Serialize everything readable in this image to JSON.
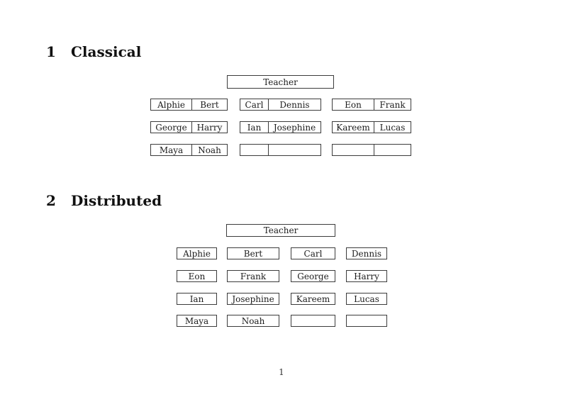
{
  "colors": {
    "ink": "#1c1c1c",
    "box_border": "#3c3c3c",
    "background": "#ffffff"
  },
  "page": {
    "number": "1"
  },
  "sections": [
    {
      "number": "1",
      "title": "Classical",
      "teacher_label": "Teacher",
      "desks": [
        [
          "Alphie",
          "Bert"
        ],
        [
          "Carl",
          "Dennis"
        ],
        [
          "Eon",
          "Frank"
        ],
        [
          "George",
          "Harry"
        ],
        [
          "Ian",
          "Josephine"
        ],
        [
          "Kareem",
          "Lucas"
        ],
        [
          "Maya",
          "Noah"
        ],
        [
          "",
          ""
        ],
        [
          "",
          ""
        ]
      ]
    },
    {
      "number": "2",
      "title": "Distributed",
      "teacher_label": "Teacher",
      "seats": [
        "Alphie",
        "Bert",
        "Carl",
        "Dennis",
        "Eon",
        "Frank",
        "George",
        "Harry",
        "Ian",
        "Josephine",
        "Kareem",
        "Lucas",
        "Maya",
        "Noah",
        "",
        ""
      ]
    }
  ]
}
